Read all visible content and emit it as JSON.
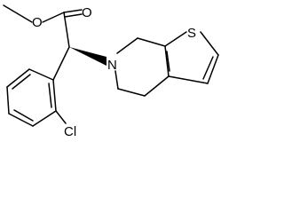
{
  "molecule": {
    "atoms": {
      "oxygen_carbonyl": "O",
      "oxygen_ester": "O",
      "nitrogen": "N",
      "sulfur": "S",
      "chlorine": "Cl"
    }
  },
  "colors": {
    "bond": "#000000",
    "background": "#ffffff"
  }
}
